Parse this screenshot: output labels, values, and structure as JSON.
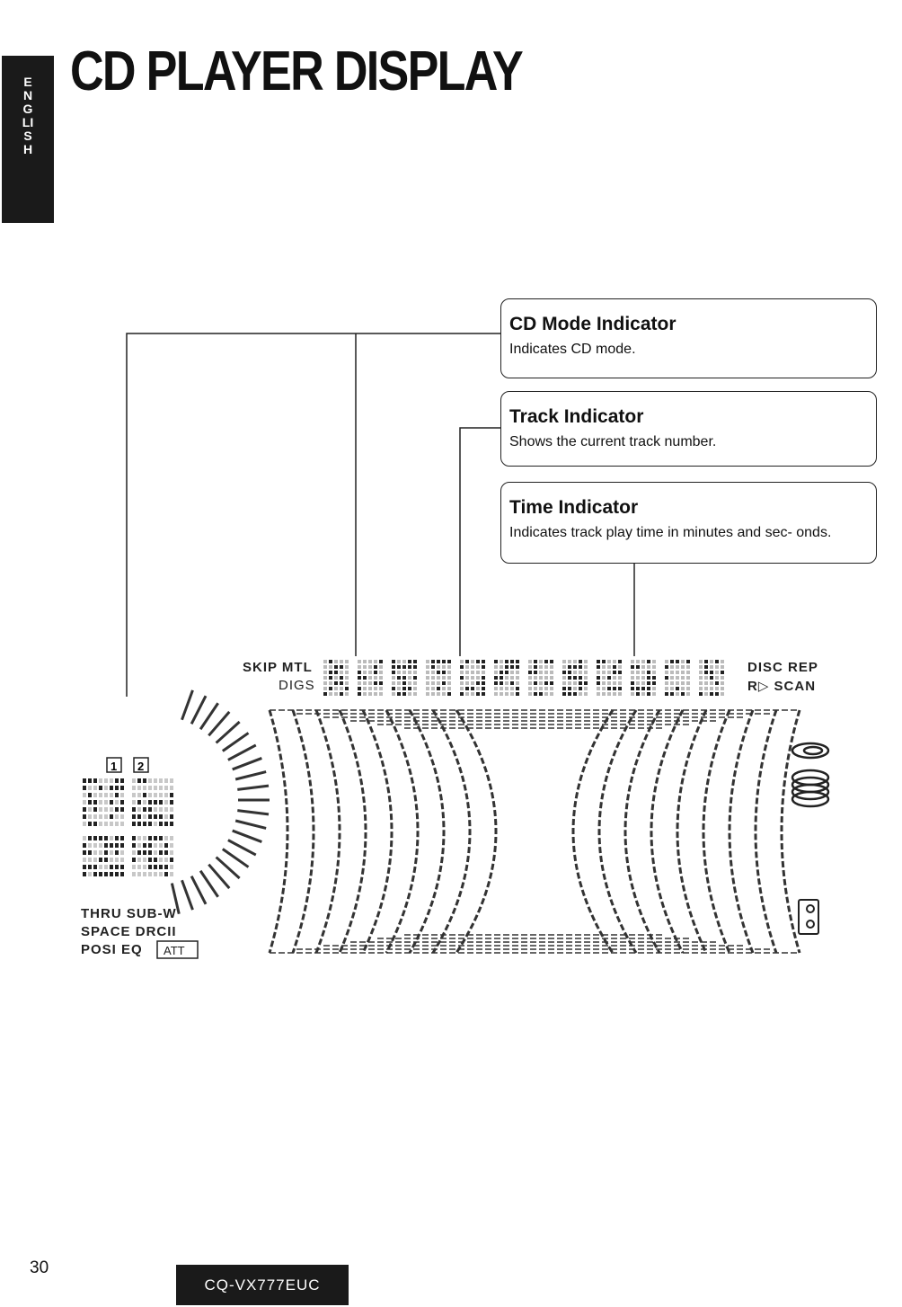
{
  "sidebar": {
    "language": "ENGLISH"
  },
  "header": {
    "title": "CD PLAYER DISPLAY"
  },
  "callouts": [
    {
      "title": "CD Mode Indicator",
      "description": "Indicates CD mode."
    },
    {
      "title": "Track Indicator",
      "description": "Shows the current track number."
    },
    {
      "title": "Time Indicator",
      "description": "Indicates track play time in minutes and sec- onds."
    }
  ],
  "lcd": {
    "top_left": "SKIP MTL",
    "top_left_2": "DIGS",
    "top_right": "DISC  REP",
    "top_right_2": "R▷  SCAN",
    "preset_1": "1",
    "preset_2": "2",
    "left_1": "THRU SUB-W",
    "left_2": "SPACE  DRCII",
    "left_3": "POSI  EQ",
    "att": "ATT"
  },
  "footer": {
    "page_number": "30",
    "model": "CQ-VX777EUC"
  }
}
